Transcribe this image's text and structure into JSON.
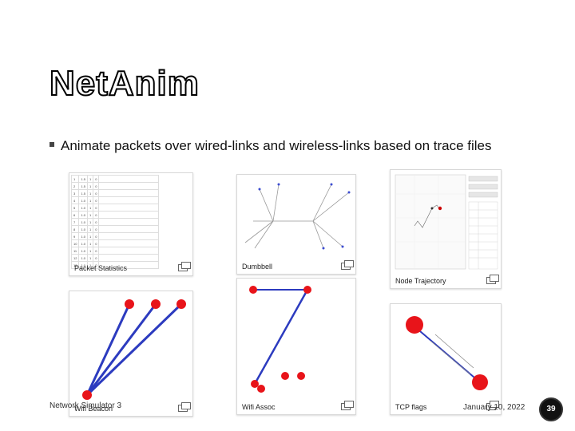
{
  "slide": {
    "title": "NetAnim",
    "bullet": "Animate packets over wired-links and wireless-links based on trace files"
  },
  "panels": {
    "packet_statistics": {
      "caption": "Packet Statistics"
    },
    "dumbbell": {
      "caption": "Dumbbell"
    },
    "node_trajectory": {
      "caption": "Node Trajectory"
    },
    "wifi_beacon": {
      "caption": "Wifi Beacon"
    },
    "wifi_assoc": {
      "caption": "Wifi Assoc"
    },
    "top_flags": {
      "caption": "TCP flags"
    }
  },
  "footer": {
    "left": "Network Simulator 3",
    "date": "January 10, 2022",
    "page": "39"
  },
  "colors": {
    "accent_blue": "#2c3bbf",
    "node_red": "#e8141a"
  }
}
